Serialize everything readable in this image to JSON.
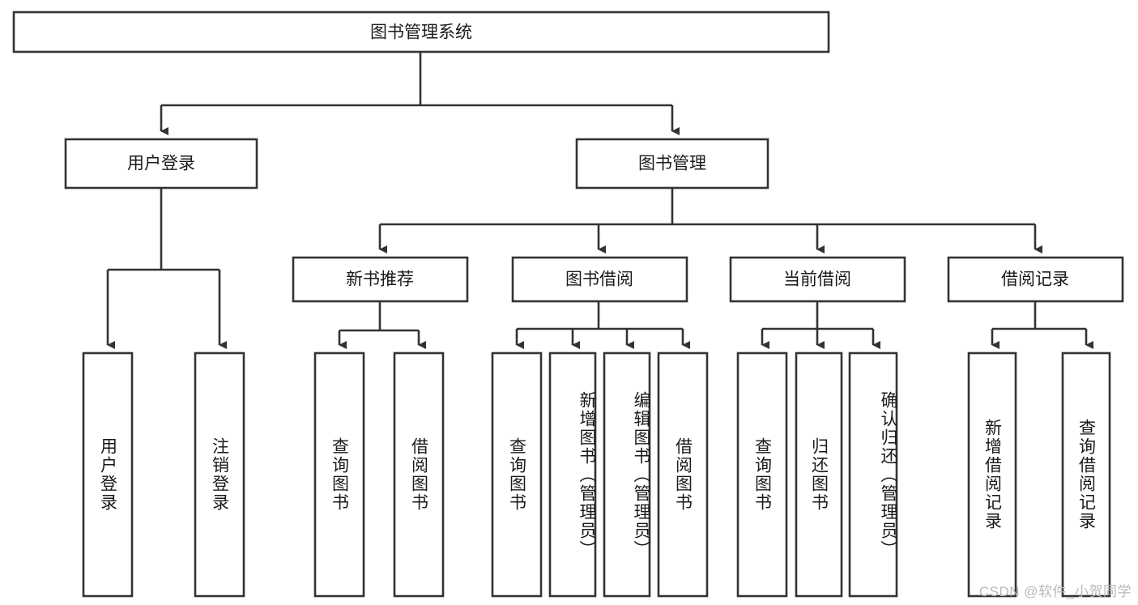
{
  "diagram": {
    "type": "tree",
    "title": "图书管理系统",
    "watermark": "CSDN @软件_小贺同学",
    "colors": {
      "box_stroke": "#333333",
      "box_fill": "#ffffff",
      "text": "#1a1a1a",
      "connector": "#333333",
      "watermark": "#b8b8b8",
      "background": "#ffffff"
    },
    "root": {
      "label": "图书管理系统"
    },
    "level2": [
      {
        "label": "用户登录"
      },
      {
        "label": "图书管理"
      }
    ],
    "level3": [
      {
        "label": "新书推荐"
      },
      {
        "label": "图书借阅"
      },
      {
        "label": "当前借阅"
      },
      {
        "label": "借阅记录"
      }
    ],
    "leaves": {
      "user_login": [
        {
          "label": "用户登录"
        },
        {
          "label": "注销登录"
        }
      ],
      "new_book_recommend": [
        {
          "label": "查询图书"
        },
        {
          "label": "借阅图书"
        }
      ],
      "book_borrow": [
        {
          "label": "查询图书"
        },
        {
          "label": "新增图书（管理员）"
        },
        {
          "label": "编辑图书（管理员）"
        },
        {
          "label": "借阅图书"
        }
      ],
      "current_borrow": [
        {
          "label": "查询图书"
        },
        {
          "label": "归还图书"
        },
        {
          "label": "确认归还（管理员）"
        }
      ],
      "borrow_record": [
        {
          "label": "新增借阅记录"
        },
        {
          "label": "查询借阅记录"
        }
      ]
    }
  }
}
